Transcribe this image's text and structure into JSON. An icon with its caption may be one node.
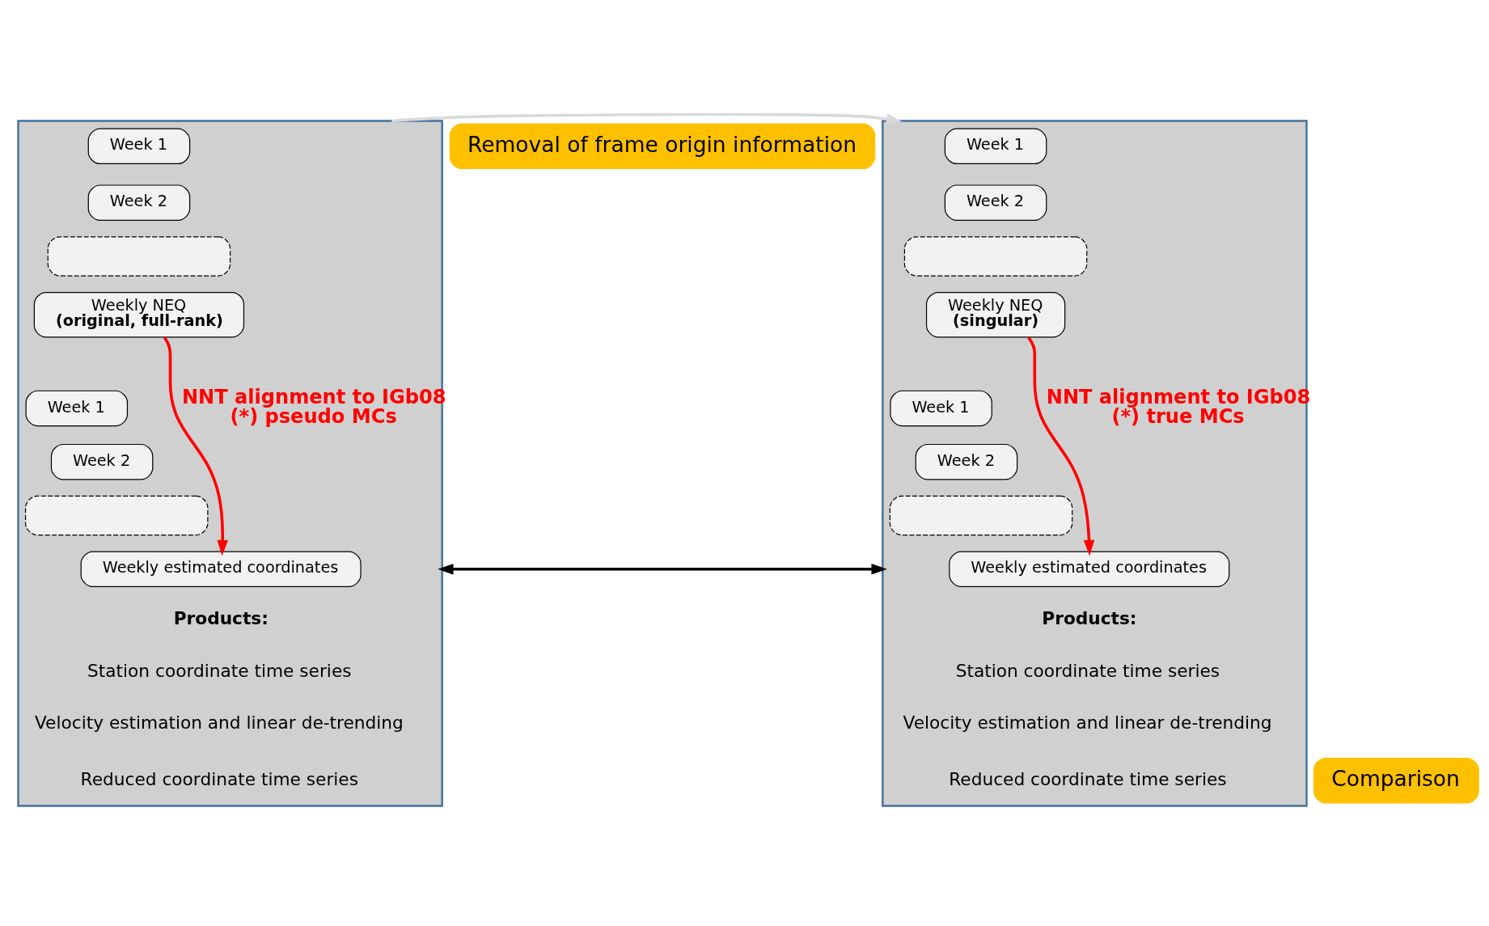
{
  "diagram": {
    "nodes": [
      {
        "text": [],
        "shape": "box"
      },
      {
        "text": [
          "Week 1"
        ],
        "in": 0
      },
      {
        "text": [
          "Week 2"
        ],
        "in": 0
      },
      {
        "text": [],
        "shape": "box",
        "in": 0
      },
      {
        "text": [
          "Weekly NEQ",
          "(original, full-rank)"
        ],
        "in": 0
      },
      {
        "text": [
          "Week 1"
        ],
        "in": 0
      },
      {
        "text": [
          "Week 2"
        ],
        "in": 0
      },
      {
        "text": [],
        "shape": "box",
        "in": 0
      },
      {
        "text": [
          "Weekly estimated coordinates"
        ],
        "in": 0
      },
      {
        "text": [
          "Removal of frame origin information"
        ]
      },
      {
        "text": [],
        "shape": "box"
      },
      {
        "text": [
          "Week 1"
        ],
        "in": 10
      },
      {
        "text": [
          "Week 2"
        ],
        "in": 10
      },
      {
        "text": [],
        "shape": "box",
        "in": 10
      },
      {
        "text": [
          "Weekly NEQ",
          "(singular)"
        ],
        "in": 10
      },
      {
        "text": [
          "Week 1"
        ],
        "in": 10
      },
      {
        "text": [
          "Week 2"
        ],
        "in": 10
      },
      {
        "text": [],
        "shape": "box",
        "in": 10
      },
      {
        "text": [
          "Weekly estimated coordinates"
        ],
        "in": 10
      },
      {
        "text": [
          "Comparison"
        ]
      }
    ],
    "edges": [
      {
        "from": 4,
        "to": 8,
        "arrow": "to",
        "label": "NNT alignment to IGb08 (*) pseudo MCs",
        "color": "#ff0000"
      },
      {
        "from": 0,
        "to": 10,
        "arrow": "to",
        "color": "#d9d9d9"
      },
      {
        "from": 14,
        "to": 18,
        "arrow": "to",
        "label": "NNT alignment to IGb08 (*) true MCs",
        "color": "#ff0000"
      },
      {
        "from": 0,
        "to": 10,
        "arrow": "both",
        "color": "#000000"
      }
    ],
    "labels": [
      "Products:",
      "Station coordinate time series",
      "Velocity estimation and linear de-trending",
      "Reduced coordinate time series",
      "Products:",
      "Station coordinate time series",
      "Velocity estimation and linear de-trending",
      "Reduced coordinate time series"
    ]
  }
}
